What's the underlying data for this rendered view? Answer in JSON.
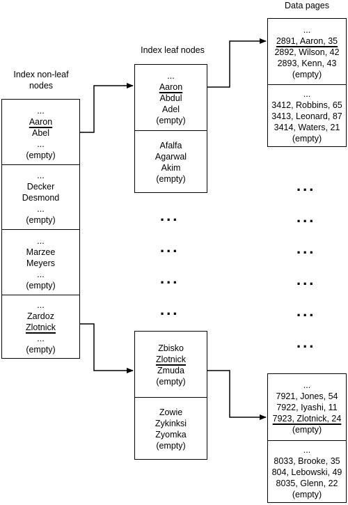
{
  "headers": {
    "non_leaf": [
      "Index non-leaf",
      "nodes"
    ],
    "leaf": "Index leaf nodes",
    "data": "Data pages"
  },
  "non_leaf_cells": [
    [
      {
        "t": "..."
      },
      {
        "t": "Aaron",
        "u": true
      },
      {
        "t": "Abel"
      },
      {
        "t": "..."
      },
      {
        "t": "(empty)"
      }
    ],
    [
      {
        "t": "..."
      },
      {
        "t": "Decker"
      },
      {
        "t": "Desmond"
      },
      {
        "t": "..."
      },
      {
        "t": "(empty)"
      }
    ],
    [
      {
        "t": "..."
      },
      {
        "t": "Marzee"
      },
      {
        "t": "Meyers"
      },
      {
        "t": "..."
      },
      {
        "t": "(empty)"
      }
    ],
    [
      {
        "t": "..."
      },
      {
        "t": "Zardoz"
      },
      {
        "t": "Zlotnick",
        "u": true
      },
      {
        "t": "..."
      },
      {
        "t": "(empty)"
      }
    ]
  ],
  "leaf_top_cells": [
    [
      {
        "t": "..."
      },
      {
        "t": "Aaron",
        "u": true
      },
      {
        "t": "Abdul"
      },
      {
        "t": "Adel"
      },
      {
        "t": "(empty)"
      }
    ],
    [
      {
        "t": "Afalfa"
      },
      {
        "t": "Agarwal"
      },
      {
        "t": "Akim"
      },
      {
        "t": "(empty)"
      }
    ]
  ],
  "leaf_bottom_cells": [
    [
      {
        "t": "Zbisko"
      },
      {
        "t": "Zlotnick",
        "u": true
      },
      {
        "t": "Zmuda"
      },
      {
        "t": "(empty)"
      }
    ],
    [
      {
        "t": "Zowie"
      },
      {
        "t": "Zykinksi"
      },
      {
        "t": "Zyomka"
      },
      {
        "t": "(empty)"
      }
    ]
  ],
  "data_top_cells": [
    [
      {
        "t": "..."
      },
      {
        "t": "2891, Aaron, 35",
        "u": true
      },
      {
        "t": "2892, Wilson, 42"
      },
      {
        "t": "2893, Kenn, 43"
      },
      {
        "t": "(empty)"
      }
    ],
    [
      {
        "t": "..."
      },
      {
        "t": "3412, Robbins, 65"
      },
      {
        "t": "3413, Leonard, 87"
      },
      {
        "t": "3414, Waters, 21"
      },
      {
        "t": "(empty)"
      }
    ]
  ],
  "data_bottom_cells": [
    [
      {
        "t": "..."
      },
      {
        "t": "7921, Jones, 54"
      },
      {
        "t": "7922, Iyashi, 11"
      },
      {
        "t": "7923, Zlotnick, 24",
        "u": true
      },
      {
        "t": "(empty)"
      }
    ],
    [
      {
        "t": "..."
      },
      {
        "t": "8033, Brooke, 35"
      },
      {
        "t": "804, Lebowski, 49"
      },
      {
        "t": "8035, Glenn, 22"
      },
      {
        "t": "(empty)"
      }
    ]
  ],
  "ellipsis": "..."
}
